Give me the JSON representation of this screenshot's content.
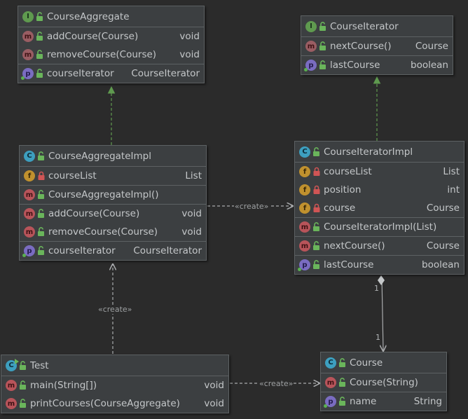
{
  "boxes": {
    "course_aggregate": {
      "title": "CourseAggregate",
      "methods": [
        {
          "name": "addCourse(Course)",
          "type": "void"
        },
        {
          "name": "removeCourse(Course)",
          "type": "void"
        }
      ],
      "properties": [
        {
          "name": "courseIterator",
          "type": "CourseIterator"
        }
      ]
    },
    "course_iterator": {
      "title": "CourseIterator",
      "methods": [
        {
          "name": "nextCourse()",
          "type": "Course"
        }
      ],
      "properties": [
        {
          "name": "lastCourse",
          "type": "boolean"
        }
      ]
    },
    "course_aggregate_impl": {
      "title": "CourseAggregateImpl",
      "fields": [
        {
          "name": "courseList",
          "type": "List"
        }
      ],
      "constructors": [
        {
          "name": "CourseAggregateImpl()",
          "type": ""
        }
      ],
      "methods": [
        {
          "name": "addCourse(Course)",
          "type": "void"
        },
        {
          "name": "removeCourse(Course)",
          "type": "void"
        }
      ],
      "properties": [
        {
          "name": "courseIterator",
          "type": "CourseIterator"
        }
      ]
    },
    "course_iterator_impl": {
      "title": "CourseIteratorImpl",
      "fields": [
        {
          "name": "courseList",
          "type": "List"
        },
        {
          "name": "position",
          "type": "int"
        },
        {
          "name": "course",
          "type": "Course"
        }
      ],
      "constructors": [
        {
          "name": "CourseIteratorImpl(List)",
          "type": ""
        }
      ],
      "methods": [
        {
          "name": "nextCourse()",
          "type": "Course"
        }
      ],
      "properties": [
        {
          "name": "lastCourse",
          "type": "boolean"
        }
      ]
    },
    "test": {
      "title": "Test",
      "methods": [
        {
          "name": "main(String[])",
          "type": "void"
        },
        {
          "name": "printCourses(CourseAggregate)",
          "type": "void"
        }
      ]
    },
    "course": {
      "title": "Course",
      "constructors": [
        {
          "name": "Course(String)",
          "type": ""
        }
      ],
      "properties": [
        {
          "name": "name",
          "type": "String"
        }
      ]
    }
  },
  "badges": {
    "interface": "I",
    "class": "C",
    "method": "m",
    "field": "f",
    "property": "p"
  },
  "edge_labels": {
    "create_impl_to_iter": "«create»",
    "create_test_to_aggimpl": "«create»",
    "create_test_to_course": "«create»"
  },
  "multiplicities": {
    "source": "1",
    "target": "1"
  },
  "colors": {
    "background": "#2b2b2b",
    "box": "#3c3f41",
    "border": "#5d6163",
    "text": "#c4c7c9",
    "realization": "#5f9a4f",
    "dependency": "#a9abad"
  },
  "icons": {
    "public": "open-lock-icon",
    "private": "lock-icon",
    "interface": "interface-icon",
    "class": "class-icon"
  }
}
